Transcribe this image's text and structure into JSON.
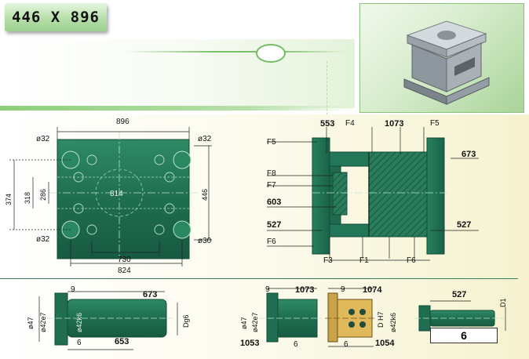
{
  "header": {
    "title": "446 X 896"
  },
  "front_view": {
    "dim_width": "896",
    "dim_height": "446",
    "dim_374": "374",
    "dim_318": "318",
    "dim_286": "286",
    "dim_814": "814",
    "dim_730": "730",
    "dim_824": "824",
    "hole_tl": "ø32",
    "hole_tr": "ø32",
    "hole_bl": "ø32",
    "hole_br": "ø30"
  },
  "side_view": {
    "lbl_553": "553",
    "lbl_f4": "F4",
    "lbl_1073": "1073",
    "lbl_f5_top": "F5",
    "lbl_f5_left": "F5",
    "lbl_673": "673",
    "lbl_f8": "F8",
    "lbl_f7": "F7",
    "lbl_603": "603",
    "lbl_527_left": "527",
    "lbl_527_right": "527",
    "lbl_f6_left": "F6",
    "lbl_f3": "F3",
    "lbl_f1": "F1",
    "lbl_f6_bottom": "F6"
  },
  "parts": {
    "p1_9": "9",
    "p1_673": "673",
    "p1_d47": "ø47",
    "p1_d42e7": "ø42e7",
    "p1_d42k6": "ø42k6",
    "p1_dp6": "Dg6",
    "p1_6": "6",
    "p1_653": "653",
    "p2_9": "9",
    "p2_1073": "1073",
    "p2_d47": "ø47",
    "p2_d42e7": "ø42e7",
    "p2_1053": "1053",
    "p2_6": "6",
    "p3_9": "9",
    "p3_1074": "1074",
    "p3_dh7": "D H7",
    "p3_d42k6": "ø42k6",
    "p3_6": "6",
    "p3_1054": "1054",
    "p4_527": "527",
    "p4_d1": "D1",
    "p4_boxed": "6"
  }
}
